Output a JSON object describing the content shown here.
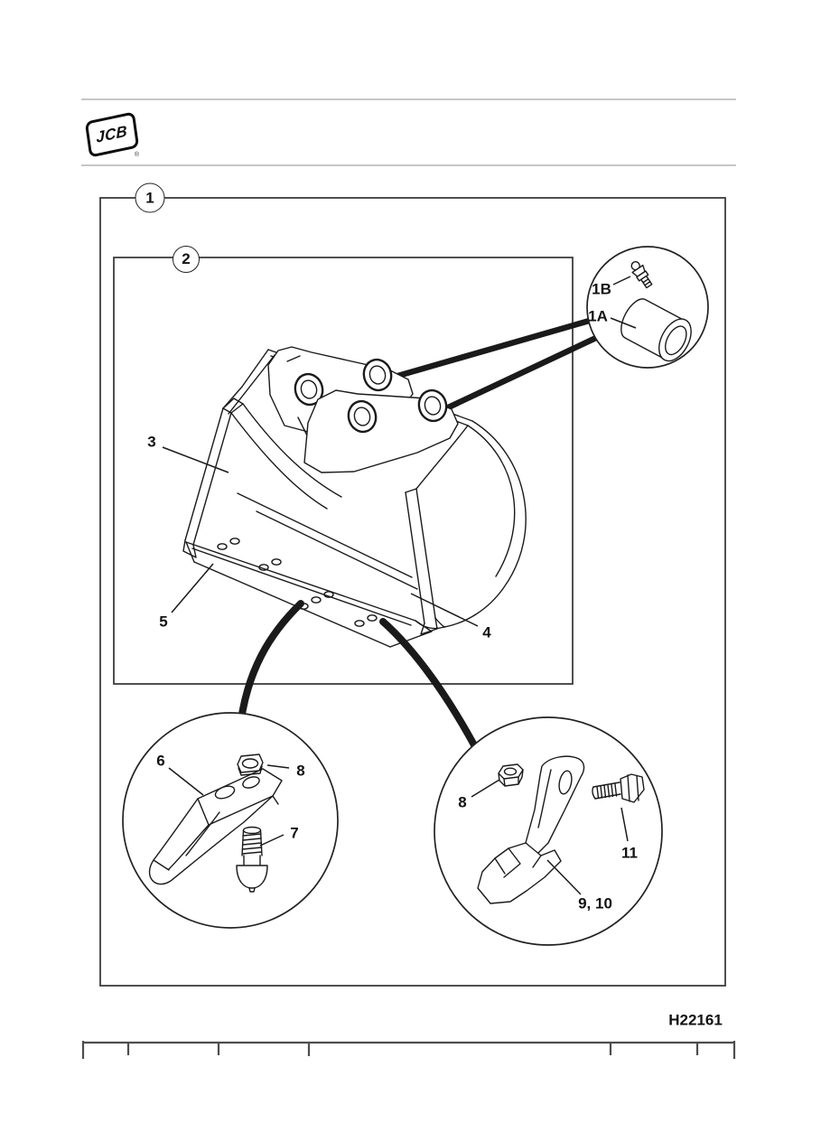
{
  "header": {
    "logo_text": "JCB",
    "trademark_symbol": "®"
  },
  "figure": {
    "code": "H22161",
    "callouts": {
      "group_outer": "1",
      "group_inner": "2",
      "bush": "1A",
      "grease_nipple": "1B",
      "side_cutter_left": "3",
      "side_cutter_right": "4",
      "wear_plate": "5",
      "tooth": "6",
      "tooth_bolt": "7",
      "tooth_nut": "8",
      "corner_nut": "8",
      "corner_tooth": "9, 10",
      "corner_bolt": "11"
    }
  },
  "colors": {
    "line": "#1a1a1a",
    "frame": "#3c3c3c",
    "rule": "#c6c6c6",
    "trim": "#4d4d4d",
    "text": "#111111",
    "paper": "#ffffff"
  }
}
